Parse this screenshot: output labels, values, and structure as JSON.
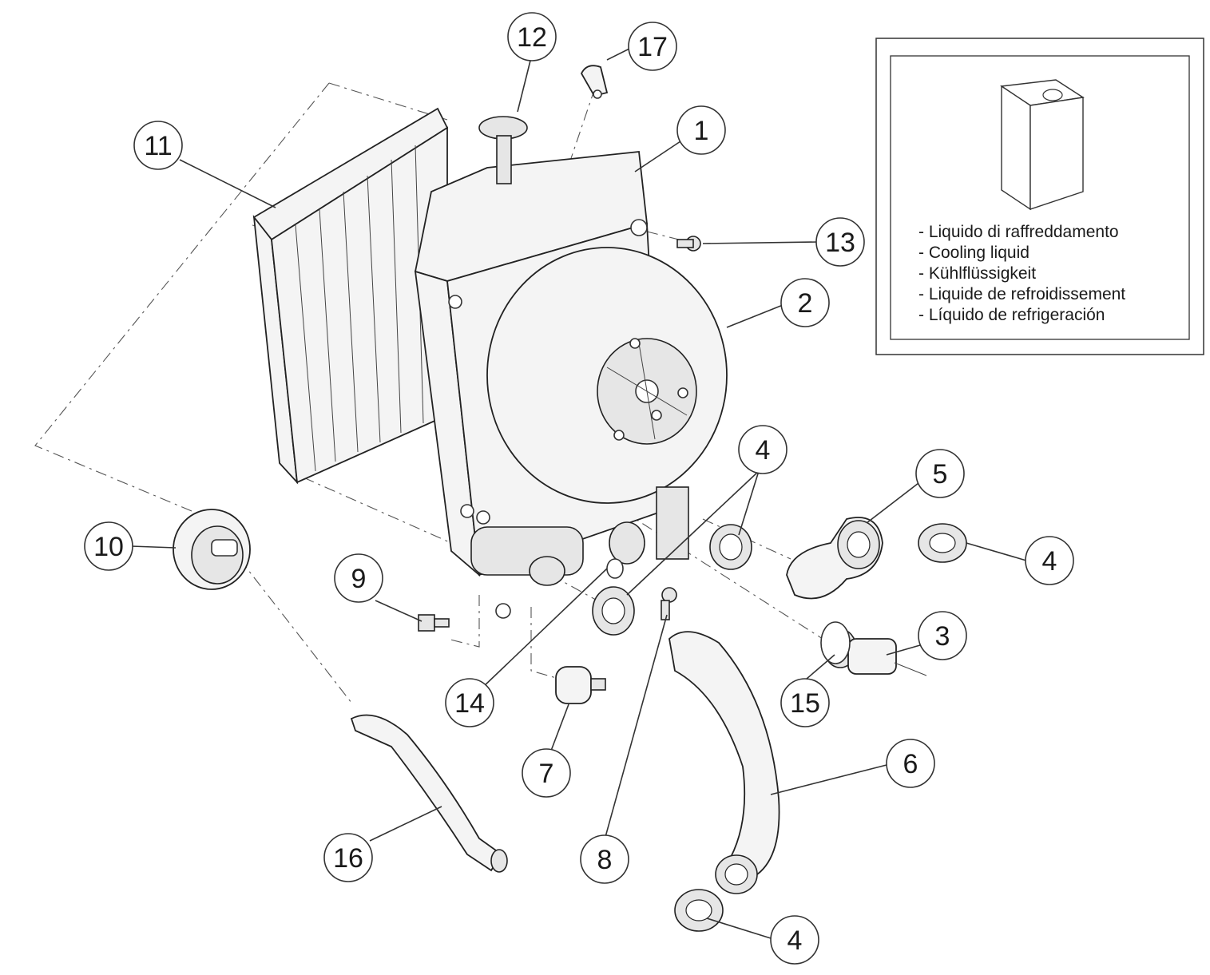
{
  "callouts": [
    {
      "id": "c1",
      "label": "1"
    },
    {
      "id": "c2",
      "label": "2"
    },
    {
      "id": "c3",
      "label": "3"
    },
    {
      "id": "c4a",
      "label": "4"
    },
    {
      "id": "c4b",
      "label": "4"
    },
    {
      "id": "c4c",
      "label": "4"
    },
    {
      "id": "c5",
      "label": "5"
    },
    {
      "id": "c6",
      "label": "6"
    },
    {
      "id": "c7",
      "label": "7"
    },
    {
      "id": "c8",
      "label": "8"
    },
    {
      "id": "c9",
      "label": "9"
    },
    {
      "id": "c10",
      "label": "10"
    },
    {
      "id": "c11",
      "label": "11"
    },
    {
      "id": "c12",
      "label": "12"
    },
    {
      "id": "c13",
      "label": "13"
    },
    {
      "id": "c14",
      "label": "14"
    },
    {
      "id": "c15",
      "label": "15"
    },
    {
      "id": "c16",
      "label": "16"
    },
    {
      "id": "c17",
      "label": "17"
    }
  ],
  "legend": {
    "lines": [
      "- Liquido di raffreddamento",
      "- Cooling liquid",
      "- Kühlflüssigkeit",
      "- Liquide de refroidissement",
      "- Líquido de refrigeración"
    ]
  }
}
